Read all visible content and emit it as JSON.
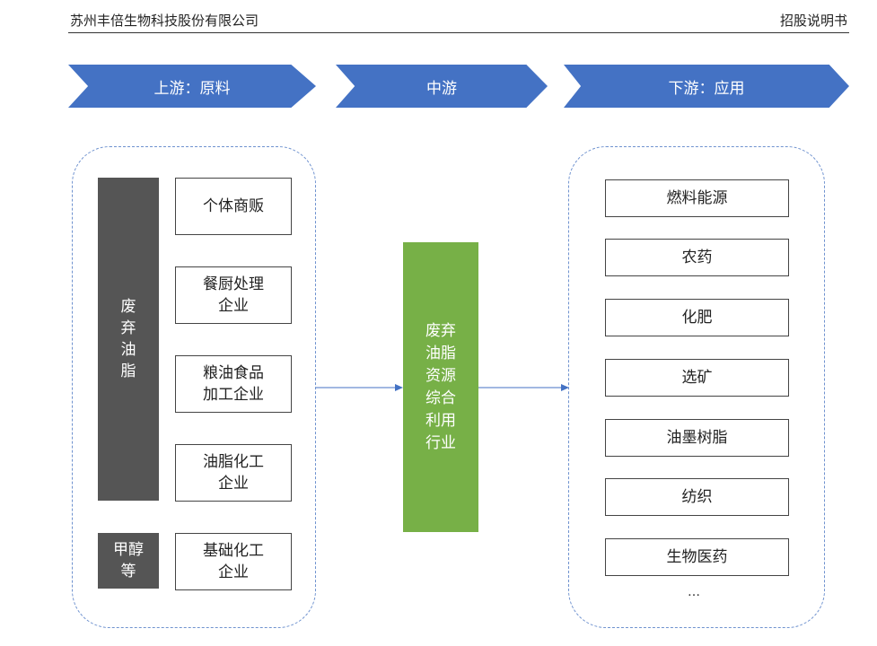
{
  "header": {
    "company": "苏州丰倍生物科技股份有限公司",
    "doc_type": "招股说明书"
  },
  "stages": {
    "upstream": "上游：原料",
    "midstream": "中游",
    "downstream": "下游：应用"
  },
  "upstream": {
    "categories": {
      "waste_oil": "废弃油脂",
      "methanol": "甲醇等"
    },
    "sources": [
      "个体商贩",
      "餐厨处理企业",
      "粮油食品加工企业",
      "油脂化工企业",
      "基础化工企业"
    ]
  },
  "midstream": {
    "industry": "废弃油脂资源综合利用行业"
  },
  "downstream": {
    "applications": [
      "燃料能源",
      "农药",
      "化肥",
      "选矿",
      "油墨树脂",
      "纺织",
      "生物医药"
    ],
    "more": "…"
  },
  "colors": {
    "chevron": "#4472c4",
    "dashed_border": "#6f92cf",
    "dark_box": "#555555",
    "center_green": "#77b047",
    "arrow": "#4472c4"
  }
}
